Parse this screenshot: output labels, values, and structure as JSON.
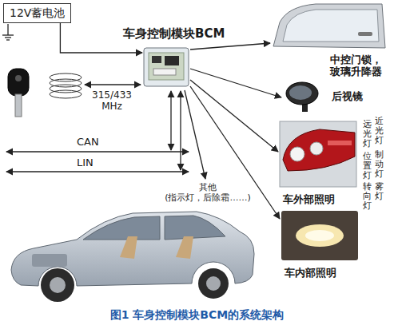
{
  "diagram": {
    "caption": "图1 车身控制模块BCM的系统架构",
    "nodes": [
      {
        "text": [
          "12V蓄电池"
        ]
      },
      {
        "text": [
          "车身控制模块BCM"
        ]
      },
      {
        "text": [
          "中控门锁， 玻璃升降器"
        ]
      },
      {
        "text": [
          "后视镜"
        ]
      },
      {
        "text": [
          "车外部照明"
        ]
      },
      {
        "text": [
          "车内部照明"
        ]
      }
    ],
    "edges": [
      {
        "from": 0,
        "to": 1,
        "arrow": "to"
      },
      {
        "from": 1,
        "to": 2,
        "arrow": "to"
      },
      {
        "from": 1,
        "to": 3,
        "arrow": "to"
      },
      {
        "from": 1,
        "to": 4,
        "arrow": "to"
      },
      {
        "from": 1,
        "to": 5,
        "arrow": "to"
      }
    ],
    "labels": [
      "315/433 MHz",
      "CAN",
      "LIN",
      "其他 (指示灯，后除霜……)",
      "远光灯",
      "近光灯",
      "位置灯",
      "制动灯",
      "转向灯",
      "雾灯"
    ]
  }
}
